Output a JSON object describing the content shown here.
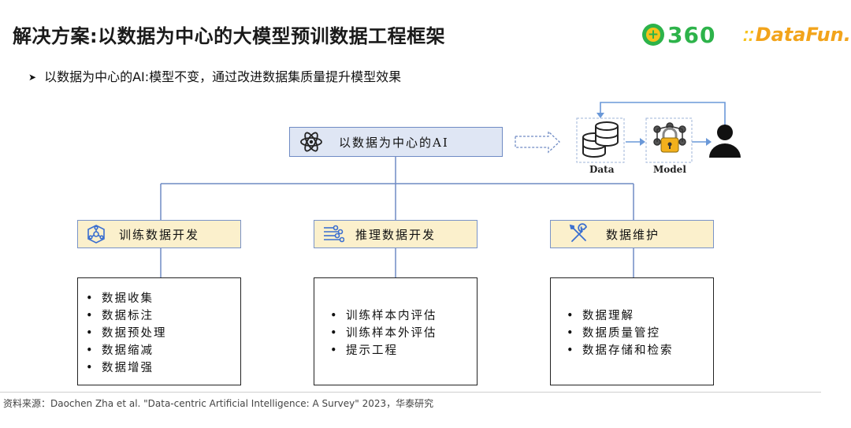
{
  "header": {
    "title": "解决方案:以数据为中心的大模型预训数据工程框架",
    "subtitle": "以数据为中心的AI:模型不变，通过改进数据集质量提升模型效果",
    "logo_360_badge": "+",
    "logo_360_text": "360",
    "logo_datafun_text": "DataFun."
  },
  "diagram": {
    "root": {
      "label": "以数据为中心的AI",
      "icon": "atom-icon"
    },
    "pipeline": {
      "data_label": "Data",
      "model_label": "Model"
    },
    "branches": [
      {
        "label": "训练数据开发",
        "icon": "network-icon",
        "items": [
          "数据收集",
          "数据标注",
          "数据预处理",
          "数据缩减",
          "数据增强"
        ]
      },
      {
        "label": "推理数据开发",
        "icon": "circuit-icon",
        "items": [
          "训练样本内评估",
          "训练样本外评估",
          "提示工程"
        ]
      },
      {
        "label": "数据维护",
        "icon": "tools-icon",
        "items": [
          "数据理解",
          "数据质量管控",
          "数据存储和检索"
        ]
      }
    ]
  },
  "footer": {
    "source": "资料来源：Daochen Zha et al. \"Data-centric Artificial Intelligence: A Survey\" 2023，华泰研究"
  },
  "colors": {
    "root_fill": "#dfe6f4",
    "head_fill": "#fbf0cc",
    "line_blue": "#6f8bc4",
    "accent_green": "#2db34a",
    "accent_orange": "#f2a41c"
  }
}
